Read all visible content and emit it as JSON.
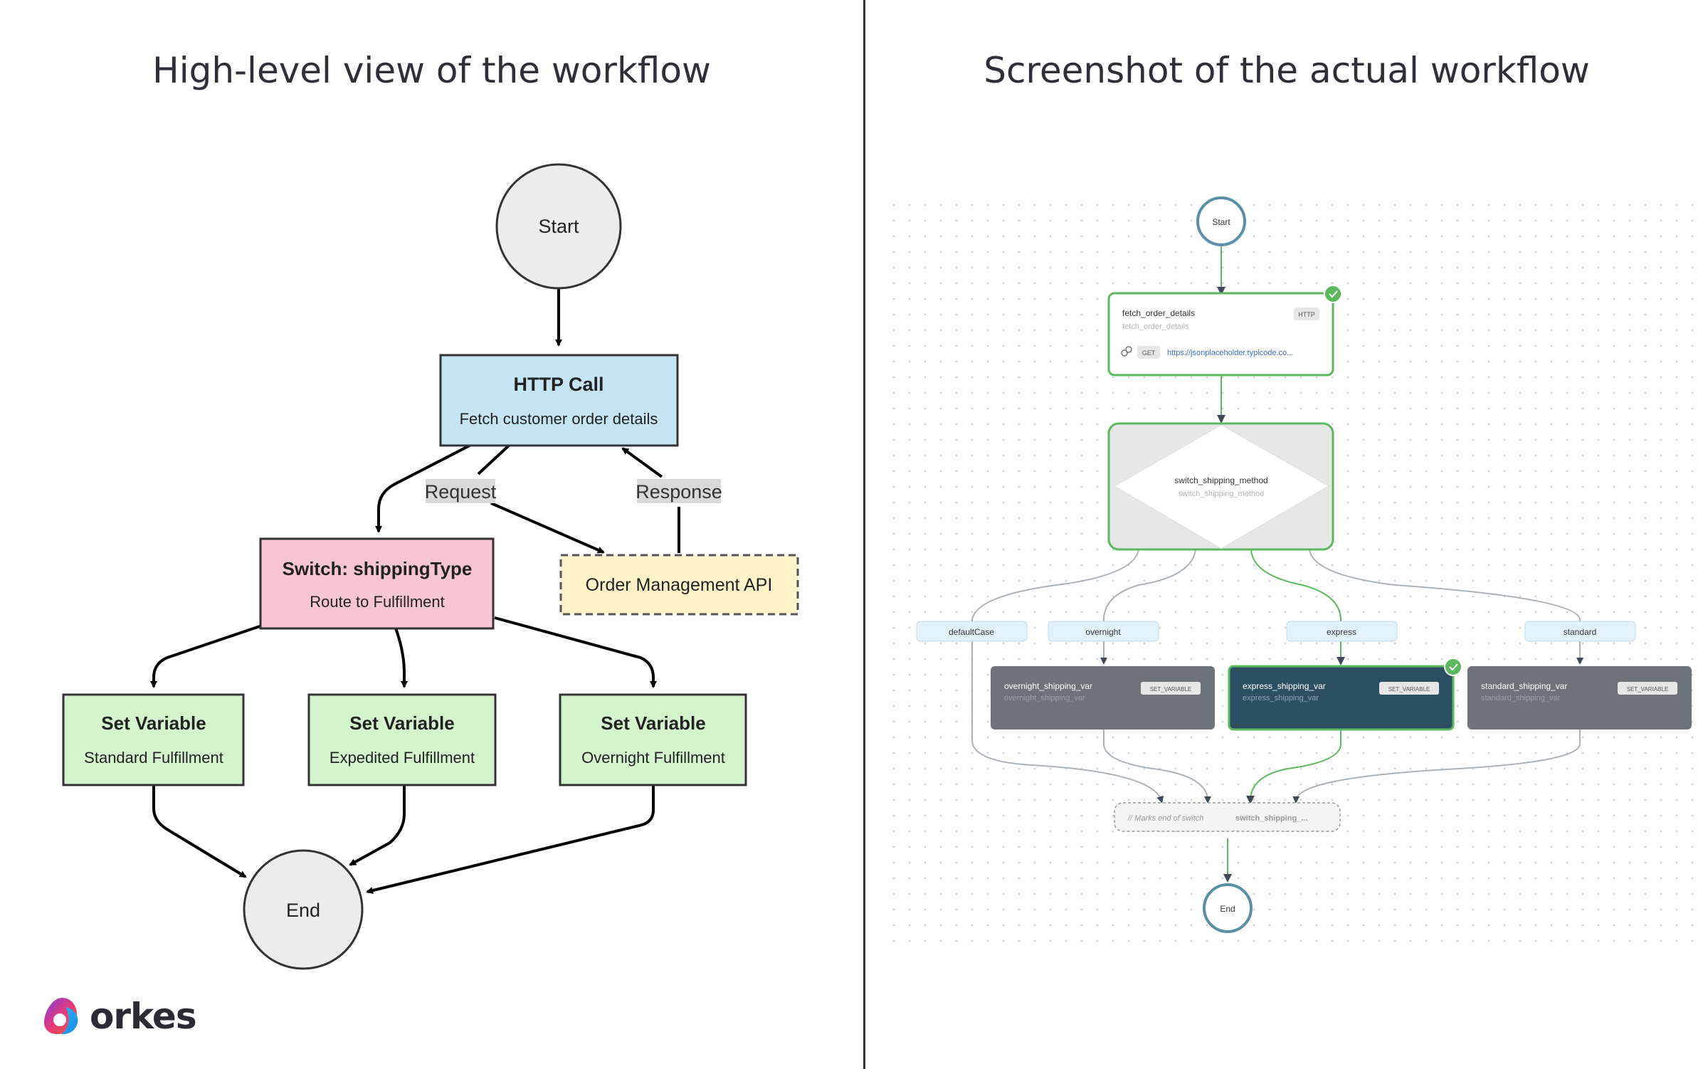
{
  "titles": {
    "left": "High-level view of the workflow",
    "right": "Screenshot of the actual workflow"
  },
  "left_diagram": {
    "start": "Start",
    "end": "End",
    "http": {
      "title": "HTTP Call",
      "subtitle": "Fetch customer order details"
    },
    "api": "Order Management API",
    "edge_request": "Request",
    "edge_response": "Response",
    "switch": {
      "title": "Switch: shippingType",
      "subtitle": "Route to Fulfillment"
    },
    "set_standard": {
      "title": "Set Variable",
      "subtitle": "Standard Fulfillment"
    },
    "set_expedited": {
      "title": "Set Variable",
      "subtitle": "Expedited Fulfillment"
    },
    "set_overnight": {
      "title": "Set Variable",
      "subtitle": "Overnight Fulfillment"
    }
  },
  "right_diagram": {
    "start": "Start",
    "end": "End",
    "http_task": {
      "name": "fetch_order_details",
      "ref": "fetch_order_details",
      "type": "HTTP",
      "method": "GET",
      "url": "https://jsonplaceholder.typicode.co..."
    },
    "switch_task": {
      "name": "switch_shipping_method",
      "ref": "switch_shipping_method"
    },
    "cases": {
      "default": "defaultCase",
      "overnight": "overnight",
      "express": "express",
      "standard": "standard"
    },
    "overnight_task": {
      "name": "overnight_shipping_var",
      "ref": "overnight_shipping_var",
      "type": "SET_VARIABLE"
    },
    "express_task": {
      "name": "express_shipping_var",
      "ref": "express_shipping_var",
      "type": "SET_VARIABLE"
    },
    "standard_task": {
      "name": "standard_shipping_var",
      "ref": "standard_shipping_var",
      "type": "SET_VARIABLE"
    },
    "join": {
      "prefix": "// Marks end of switch",
      "name": "switch_shipping_..."
    }
  },
  "logo": {
    "text": "orkes"
  },
  "colors": {
    "http_fill": "#c5e5f5",
    "switch_fill": "#f7c6d1",
    "setvar_fill": "#d3f4cc",
    "api_fill": "#fdf2c8",
    "success_green": "#5cb85c",
    "express_dark": "#2c5061",
    "task_gray": "#6e7378"
  }
}
